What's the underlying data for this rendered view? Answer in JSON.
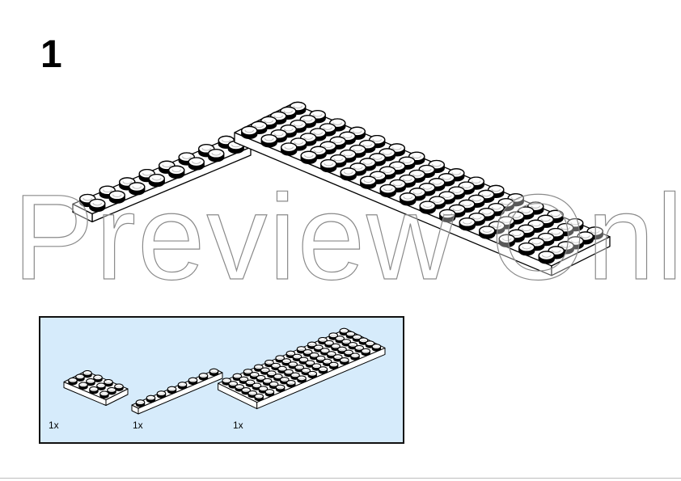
{
  "step": {
    "number": "1"
  },
  "parts_list": {
    "items": [
      {
        "name": "plate-4x6",
        "quantity": "1x"
      },
      {
        "name": "plate-2x8",
        "quantity": "1x"
      },
      {
        "name": "plate-6x12",
        "quantity": "1x"
      }
    ]
  },
  "watermark": {
    "text": "Preview Only"
  },
  "colors": {
    "panel_background": "#d6ebfb",
    "brick": "#ffffff",
    "outline": "#000000"
  }
}
